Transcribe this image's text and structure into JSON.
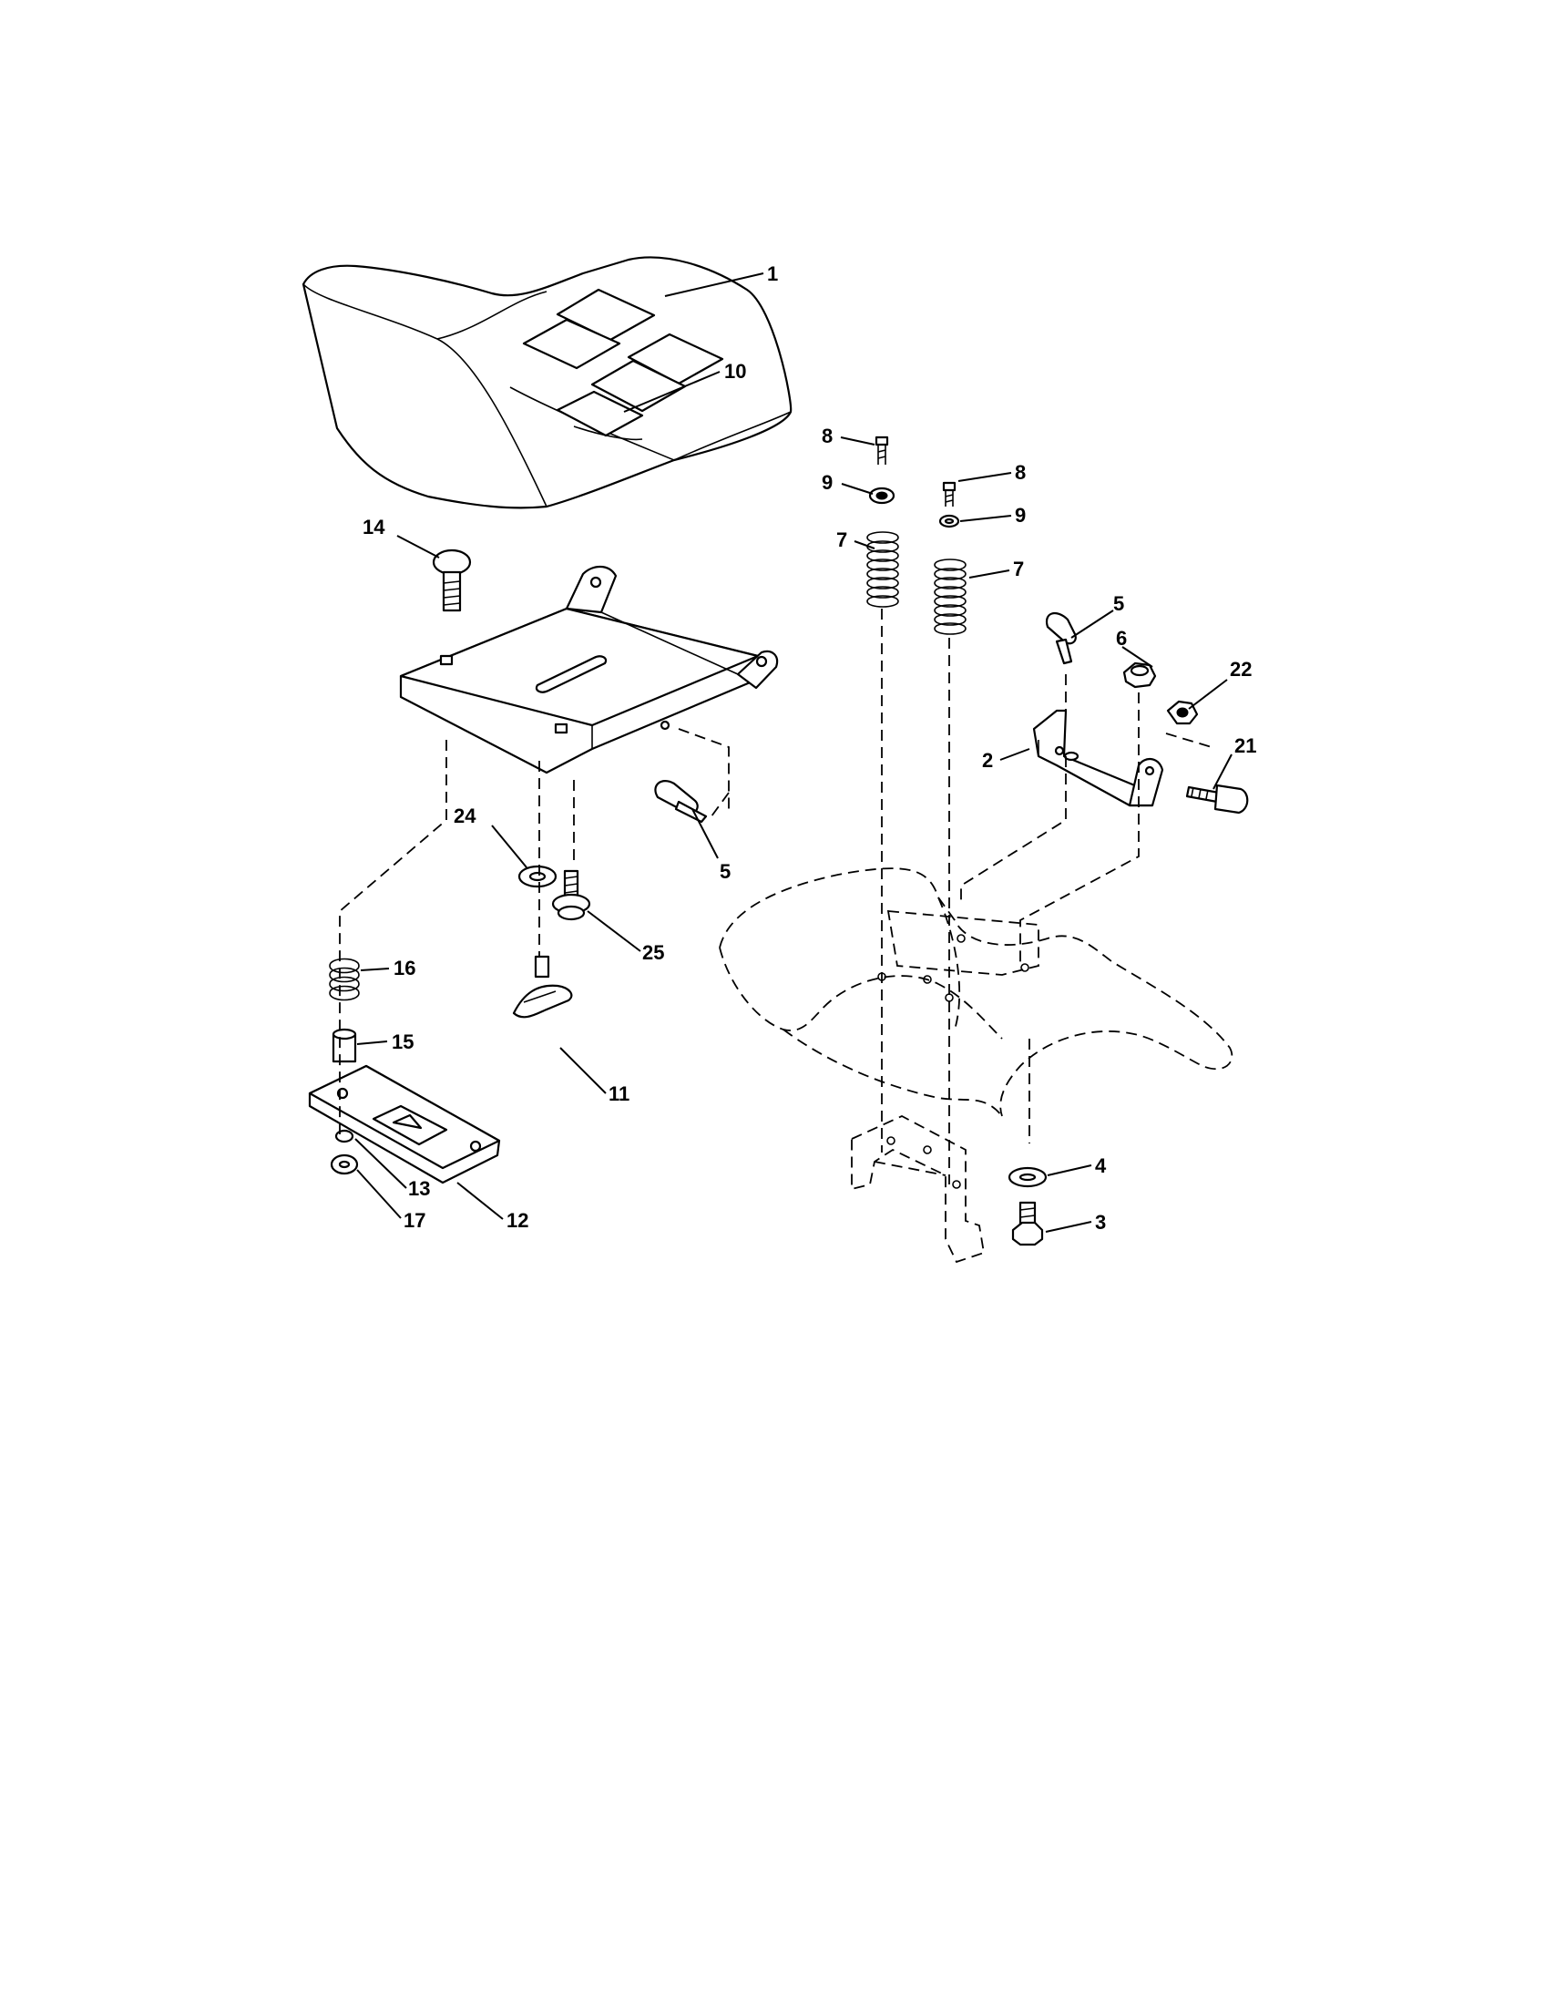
{
  "diagram": {
    "callouts": [
      {
        "id": "c1",
        "label": "1"
      },
      {
        "id": "c2",
        "label": "2"
      },
      {
        "id": "c3",
        "label": "3"
      },
      {
        "id": "c4",
        "label": "4"
      },
      {
        "id": "c5a",
        "label": "5"
      },
      {
        "id": "c5b",
        "label": "5"
      },
      {
        "id": "c6",
        "label": "6"
      },
      {
        "id": "c7a",
        "label": "7"
      },
      {
        "id": "c7b",
        "label": "7"
      },
      {
        "id": "c8a",
        "label": "8"
      },
      {
        "id": "c8b",
        "label": "8"
      },
      {
        "id": "c9a",
        "label": "9"
      },
      {
        "id": "c9b",
        "label": "9"
      },
      {
        "id": "c10",
        "label": "10"
      },
      {
        "id": "c11",
        "label": "11"
      },
      {
        "id": "c12",
        "label": "12"
      },
      {
        "id": "c13",
        "label": "13"
      },
      {
        "id": "c14",
        "label": "14"
      },
      {
        "id": "c15",
        "label": "15"
      },
      {
        "id": "c16",
        "label": "16"
      },
      {
        "id": "c17",
        "label": "17"
      },
      {
        "id": "c21",
        "label": "21"
      },
      {
        "id": "c22",
        "label": "22"
      },
      {
        "id": "c24",
        "label": "24"
      },
      {
        "id": "c25",
        "label": "25"
      }
    ]
  }
}
